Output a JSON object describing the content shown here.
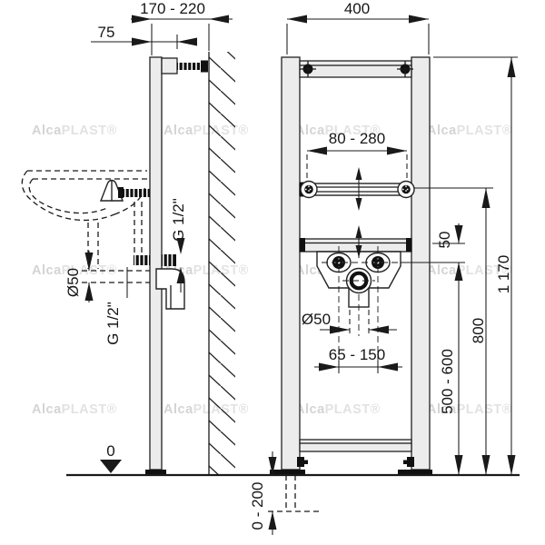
{
  "watermark": {
    "part1": "Alca",
    "part2": "PLAST®"
  },
  "labels": {
    "depth_wall_range": "170 - 220",
    "front_offset": "75",
    "frame_width": "400",
    "tap_rail_span": "80 - 280",
    "fitting_drop": "50",
    "supply_spacing": "65 - 150",
    "drain_dia_front": "Ø50",
    "drain_dia_side": "Ø50",
    "thread_upper": "G 1/2\"",
    "thread_lower": "G 1/2\"",
    "outlet_height_range": "500 - 600",
    "rail_height": "800",
    "frame_height": "1 170",
    "feet_range": "0 - 200",
    "floor_zero": "0"
  }
}
